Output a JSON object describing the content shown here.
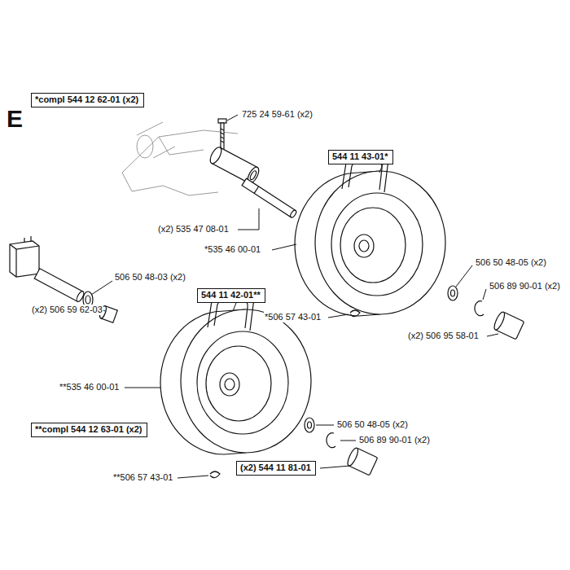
{
  "diagram": {
    "nodes": [
      {
        "text": [
          "*compl 544 12 62-01 (x2)"
        ]
      },
      {
        "text": [
          "544 11 43-01*"
        ]
      },
      {
        "text": [
          "544 11 42-01**"
        ]
      },
      {
        "text": [
          "**compl 544 12 63-01 (x2)"
        ]
      },
      {
        "text": [
          "(x2) 544 11 81-01"
        ]
      }
    ],
    "labels": [
      "E",
      "725 24 59-61 (x2)",
      "(x2) 535 47 08-01",
      "*535 46 00-01",
      "506 50 48-05 (x2)",
      "506 89 90-01 (x2)",
      "(x2) 506 95 58-01",
      "*506 57 43-01",
      "506 50 48-03 (x2)",
      "(x2) 506 59 62-03",
      "**535 46 00-01",
      "506 50 48-05 (x2)",
      "506 89 90-01 (x2)",
      "**506 57 43-01"
    ]
  }
}
